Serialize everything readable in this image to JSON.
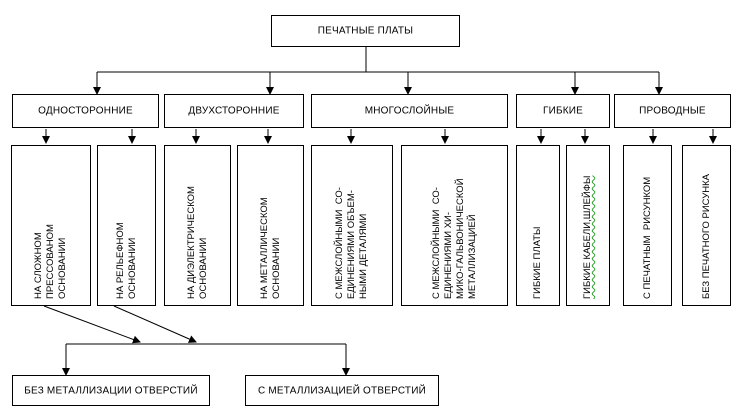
{
  "root": {
    "label": "ПЕЧАТНЫЕ ПЛАТЫ"
  },
  "categories": [
    {
      "id": "single",
      "label": "ОДНОСТОРОННИЕ"
    },
    {
      "id": "double",
      "label": "ДВУХСТОРОННИЕ"
    },
    {
      "id": "multi",
      "label": "МНОГОСЛОЙНЫЕ"
    },
    {
      "id": "flex",
      "label": "ГИБКИЕ"
    },
    {
      "id": "wire",
      "label": "ПРОВОДНЫЕ"
    }
  ],
  "subtypes": [
    {
      "label": "НА СЛОЖНОМ\nПРЕССОВАНОМ\nОСНОВАНИИ"
    },
    {
      "label": "НА РЕЛЬЕФНОМ\nОСНОВАНИИ"
    },
    {
      "label": "НА ДИЭЛЕКТРИЧЕСКОМ\nОСНОВАНИИ"
    },
    {
      "label": "НА МЕТАЛЛИЧЕСКОМ\nОСНОВАНИИ"
    },
    {
      "label": "С МЕЖСЛОЙНЫМИ  СО-\nЕДИНЕНИЯМИ ОБЪЕМ-\nНЫМИ ДЕТАЛЯМИ"
    },
    {
      "label": "С МЕЖСЛОЙНЫМИ  СО-\nЕДИНЕНИЯМИ ХИ-\nМИКО-ГАЛЬВОНИЧЕСКОЙ\nМЕТАЛЛИЗАЦИЕЙ"
    },
    {
      "label": "ГИБКИЕ ПЛАТЫ"
    },
    {
      "label": "ГИБКИЕ КАБЕЛИ,ШЛЕЙФЫ"
    },
    {
      "label": "С ПЕЧАТНЫМ  РИСУНКОМ"
    },
    {
      "label": "БЕЗ ПЕЧАТНОГО РИСУНКА"
    }
  ],
  "metallization": [
    {
      "label": "БЕЗ МЕТАЛЛИЗАЦИИ  ОТВЕРСТИЙ"
    },
    {
      "label": "С МЕТАЛЛИЗАЦИЕЙ  ОТВЕРСТИЙ"
    }
  ],
  "colors": {
    "line": "#000000",
    "background": "#ffffff",
    "spellcheck_underline": "#2e9e2e"
  }
}
